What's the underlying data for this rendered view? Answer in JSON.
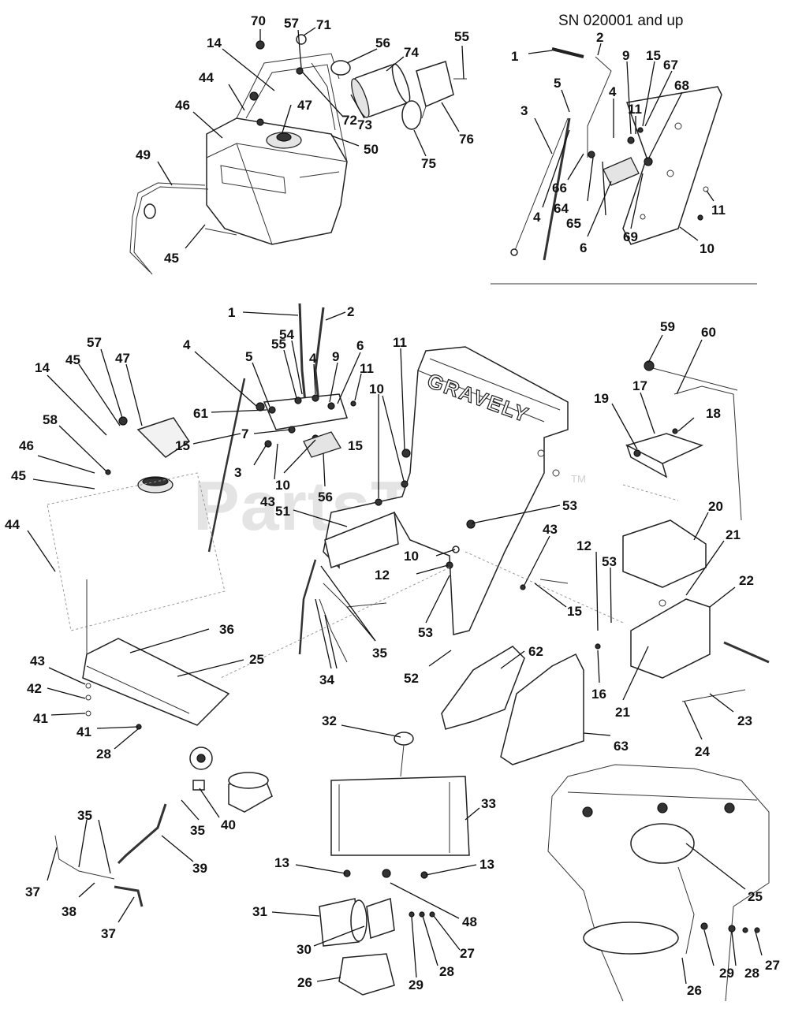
{
  "inset_title": "SN 020001 and up",
  "watermark": "PartsTree",
  "watermark_tm": "TM",
  "brand_on_part": "GRAVELY",
  "callouts": [
    {
      "id": "t70",
      "text": "70"
    },
    {
      "id": "t57a",
      "text": "57"
    },
    {
      "id": "t71",
      "text": "71"
    },
    {
      "id": "t14a",
      "text": "14"
    },
    {
      "id": "t56a",
      "text": "56"
    },
    {
      "id": "t74",
      "text": "74"
    },
    {
      "id": "t55a",
      "text": "55"
    },
    {
      "id": "t44a",
      "text": "44"
    },
    {
      "id": "t47a",
      "text": "47"
    },
    {
      "id": "t72",
      "text": "72"
    },
    {
      "id": "t73",
      "text": "73"
    },
    {
      "id": "t46a",
      "text": "46"
    },
    {
      "id": "t76",
      "text": "76"
    },
    {
      "id": "t50",
      "text": "50"
    },
    {
      "id": "t49",
      "text": "49"
    },
    {
      "id": "t75",
      "text": "75"
    },
    {
      "id": "t45a",
      "text": "45"
    },
    {
      "id": "i1",
      "text": "1"
    },
    {
      "id": "i2",
      "text": "2"
    },
    {
      "id": "i9",
      "text": "9"
    },
    {
      "id": "i15",
      "text": "15"
    },
    {
      "id": "i67",
      "text": "67"
    },
    {
      "id": "i5",
      "text": "5"
    },
    {
      "id": "i68",
      "text": "68"
    },
    {
      "id": "i3",
      "text": "3"
    },
    {
      "id": "i4a",
      "text": "4"
    },
    {
      "id": "i11a",
      "text": "11"
    },
    {
      "id": "i66",
      "text": "66"
    },
    {
      "id": "i64",
      "text": "64"
    },
    {
      "id": "i4b",
      "text": "4"
    },
    {
      "id": "i65",
      "text": "65"
    },
    {
      "id": "i11b",
      "text": "11"
    },
    {
      "id": "i6",
      "text": "6"
    },
    {
      "id": "i69",
      "text": "69"
    },
    {
      "id": "i10",
      "text": "10"
    },
    {
      "id": "m1",
      "text": "1"
    },
    {
      "id": "m2",
      "text": "2"
    },
    {
      "id": "m54",
      "text": "54"
    },
    {
      "id": "m11a",
      "text": "11"
    },
    {
      "id": "m4a",
      "text": "4"
    },
    {
      "id": "m55",
      "text": "55"
    },
    {
      "id": "m5",
      "text": "5"
    },
    {
      "id": "m4b",
      "text": "4"
    },
    {
      "id": "m9",
      "text": "9"
    },
    {
      "id": "m6",
      "text": "6"
    },
    {
      "id": "m11b",
      "text": "11"
    },
    {
      "id": "m10a",
      "text": "10"
    },
    {
      "id": "m57",
      "text": "57"
    },
    {
      "id": "m47",
      "text": "47"
    },
    {
      "id": "m14",
      "text": "14"
    },
    {
      "id": "m45a",
      "text": "45"
    },
    {
      "id": "m61",
      "text": "61"
    },
    {
      "id": "m58",
      "text": "58"
    },
    {
      "id": "m7",
      "text": "7"
    },
    {
      "id": "m15a",
      "text": "15"
    },
    {
      "id": "m3",
      "text": "3"
    },
    {
      "id": "m46",
      "text": "46"
    },
    {
      "id": "m15b",
      "text": "15"
    },
    {
      "id": "m45b",
      "text": "45"
    },
    {
      "id": "m43a",
      "text": "43"
    },
    {
      "id": "m10b",
      "text": "10"
    },
    {
      "id": "m56",
      "text": "56"
    },
    {
      "id": "m51",
      "text": "51"
    },
    {
      "id": "m44",
      "text": "44"
    },
    {
      "id": "r59",
      "text": "59"
    },
    {
      "id": "r60",
      "text": "60"
    },
    {
      "id": "r17",
      "text": "17"
    },
    {
      "id": "r19",
      "text": "19"
    },
    {
      "id": "r18",
      "text": "18"
    },
    {
      "id": "r20",
      "text": "20"
    },
    {
      "id": "r21a",
      "text": "21"
    },
    {
      "id": "r53a",
      "text": "53"
    },
    {
      "id": "r43",
      "text": "43"
    },
    {
      "id": "r10",
      "text": "10"
    },
    {
      "id": "r12a",
      "text": "12"
    },
    {
      "id": "r12b",
      "text": "12"
    },
    {
      "id": "r53b",
      "text": "53"
    },
    {
      "id": "r22",
      "text": "22"
    },
    {
      "id": "r15",
      "text": "15"
    },
    {
      "id": "r53c",
      "text": "53"
    },
    {
      "id": "r62",
      "text": "62"
    },
    {
      "id": "r35",
      "text": "35"
    },
    {
      "id": "r16",
      "text": "16"
    },
    {
      "id": "r21b",
      "text": "21"
    },
    {
      "id": "r23",
      "text": "23"
    },
    {
      "id": "r52",
      "text": "52"
    },
    {
      "id": "r34",
      "text": "34"
    },
    {
      "id": "r63",
      "text": "63"
    },
    {
      "id": "r24",
      "text": "24"
    },
    {
      "id": "l36",
      "text": "36"
    },
    {
      "id": "l25",
      "text": "25"
    },
    {
      "id": "l43",
      "text": "43"
    },
    {
      "id": "l42",
      "text": "42"
    },
    {
      "id": "l41a",
      "text": "41"
    },
    {
      "id": "l41b",
      "text": "41"
    },
    {
      "id": "l28",
      "text": "28"
    },
    {
      "id": "l35a",
      "text": "35"
    },
    {
      "id": "l40",
      "text": "40"
    },
    {
      "id": "l35b",
      "text": "35"
    },
    {
      "id": "l39",
      "text": "39"
    },
    {
      "id": "l37a",
      "text": "37"
    },
    {
      "id": "l38",
      "text": "38"
    },
    {
      "id": "l37b",
      "text": "37"
    },
    {
      "id": "b32",
      "text": "32"
    },
    {
      "id": "b33",
      "text": "33"
    },
    {
      "id": "b13a",
      "text": "13"
    },
    {
      "id": "b13b",
      "text": "13"
    },
    {
      "id": "b31",
      "text": "31"
    },
    {
      "id": "b48",
      "text": "48"
    },
    {
      "id": "b30",
      "text": "30"
    },
    {
      "id": "b27",
      "text": "27"
    },
    {
      "id": "b28",
      "text": "28"
    },
    {
      "id": "b29",
      "text": "29"
    },
    {
      "id": "b26",
      "text": "26"
    },
    {
      "id": "d25",
      "text": "25"
    },
    {
      "id": "d29",
      "text": "29"
    },
    {
      "id": "d28",
      "text": "28"
    },
    {
      "id": "d27",
      "text": "27"
    },
    {
      "id": "d26",
      "text": "26"
    }
  ]
}
